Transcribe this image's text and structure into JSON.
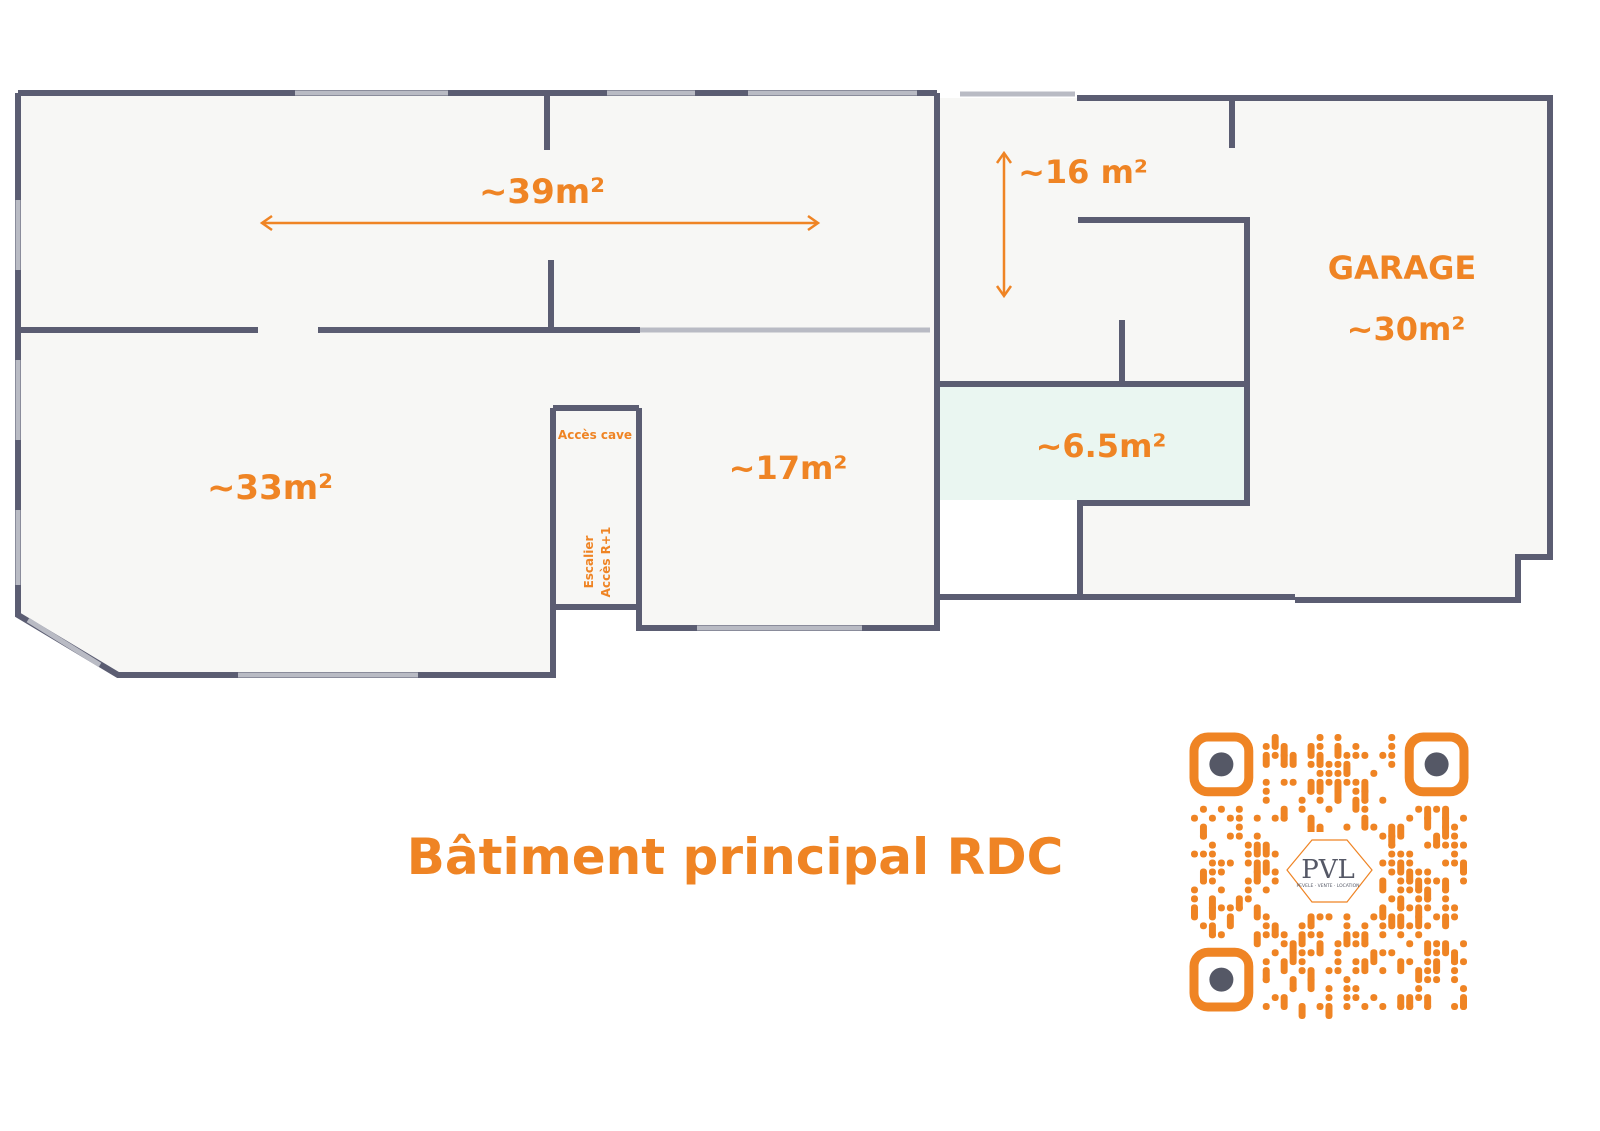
{
  "rooms": {
    "living": "~39m²",
    "room_left": "~33m²",
    "room_middle": "~17m²",
    "entry": "~16 m²",
    "small_room": "~6.5m²",
    "garage_name": "GARAGE",
    "garage_area": "~30m²",
    "cellar_access": "Accès cave",
    "stairs_line1": "Escalier",
    "stairs_line2": "Accès R+1"
  },
  "title": "Bâtiment principal RDC",
  "logo": {
    "text": "PVL",
    "tagline": "PEVELE · VENTE · LOCATION"
  },
  "colors": {
    "accent": "#ef8424",
    "wall": "#5b5d72",
    "floor": "#f7f7f5",
    "highlight_room": "#eaf6f1"
  }
}
